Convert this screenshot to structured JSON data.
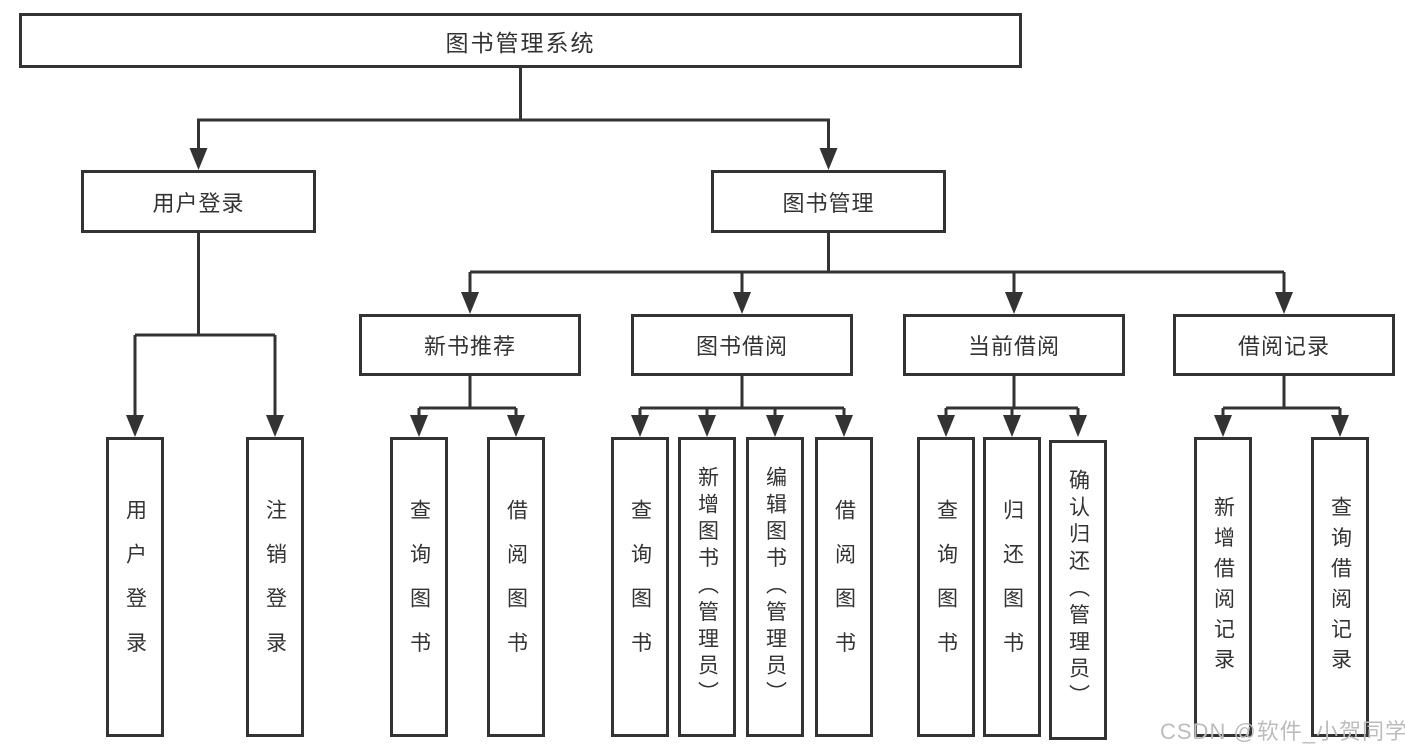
{
  "tree": {
    "root": {
      "label": "图书管理系统"
    },
    "level2": [
      {
        "label": "用户登录",
        "children": [
          {
            "label": "用户登录"
          },
          {
            "label": "注销登录"
          }
        ]
      },
      {
        "label": "图书管理",
        "children": [
          {
            "label": "新书推荐",
            "children": [
              {
                "label": "查询图书"
              },
              {
                "label": "借阅图书"
              }
            ]
          },
          {
            "label": "图书借阅",
            "children": [
              {
                "label": "查询图书"
              },
              {
                "label": "新增图书（管理员）"
              },
              {
                "label": "编辑图书（管理员）"
              },
              {
                "label": "借阅图书"
              }
            ]
          },
          {
            "label": "当前借阅",
            "children": [
              {
                "label": "查询图书"
              },
              {
                "label": "归还图书"
              },
              {
                "label": "确认归还（管理员）"
              }
            ]
          },
          {
            "label": "借阅记录",
            "children": [
              {
                "label": "新增借阅记录"
              },
              {
                "label": "查询借阅记录"
              }
            ]
          }
        ]
      }
    ]
  },
  "watermark": "CSDN @软件_小贺同学",
  "colors": {
    "line": "#333333",
    "text": "#333333",
    "box_background": "#ffffff",
    "watermark": "#bcbcbc",
    "page_background": "#ffffff"
  }
}
